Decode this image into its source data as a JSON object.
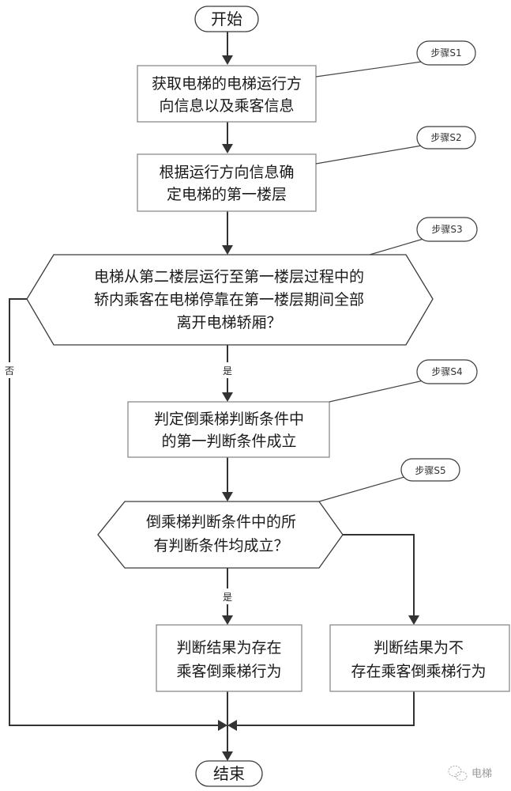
{
  "flowchart": {
    "start": "开始",
    "end": "结束",
    "steps": [
      {
        "id": "S1",
        "label": "步骤S1",
        "type": "process",
        "lines": [
          "获取电梯的电梯运行方",
          "向信息以及乘客信息"
        ]
      },
      {
        "id": "S2",
        "label": "步骤S2",
        "type": "process",
        "lines": [
          "根据运行方向信息确",
          "定电梯的第一楼层"
        ]
      },
      {
        "id": "S3",
        "label": "步骤S3",
        "type": "decision",
        "lines": [
          "电梯从第二楼层运行至第一楼层过程中的",
          "轿内乘客在电梯停靠在第一楼层期间全部",
          "离开电梯轿厢？"
        ]
      },
      {
        "id": "S4",
        "label": "步骤S4",
        "type": "process",
        "lines": [
          "判定倒乘梯判断条件中",
          "的第一判断条件成立"
        ]
      },
      {
        "id": "S5",
        "label": "步骤S5",
        "type": "decision",
        "lines": [
          "倒乘梯判断条件中的所",
          "有判断条件均成立？"
        ]
      }
    ],
    "results": [
      {
        "id": "result-yes",
        "lines": [
          "判断结果为存在",
          "乘客倒乘梯行为"
        ]
      },
      {
        "id": "result-no",
        "lines": [
          "判断结果为不",
          "存在乘客倒乘梯行为"
        ]
      }
    ],
    "edge_labels": {
      "s3_yes": "是",
      "s3_no": "否",
      "s5_yes": "是"
    }
  },
  "watermark": {
    "icon": "wechat-icon",
    "text": "电梯"
  }
}
